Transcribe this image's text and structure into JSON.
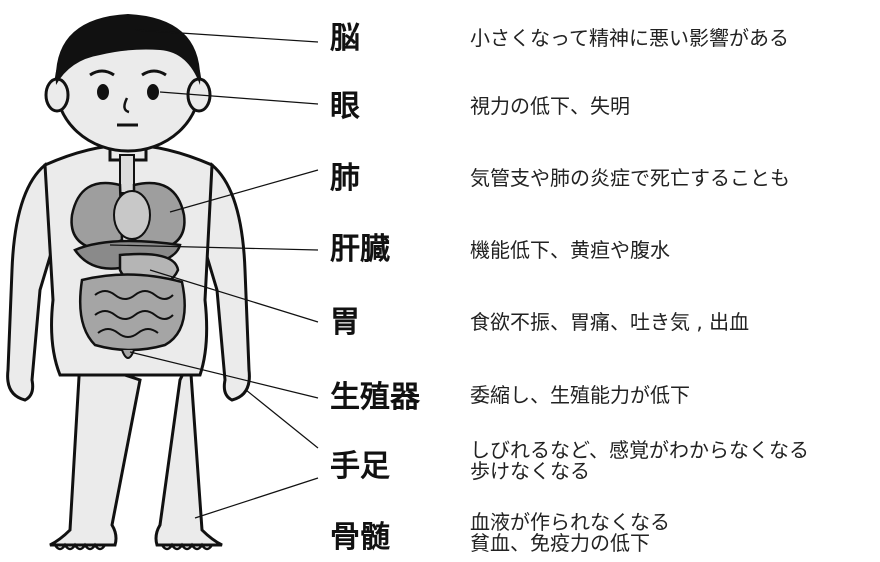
{
  "rows": [
    {
      "organ": "脳",
      "effects": [
        "小さくなって精神に悪い影響がある"
      ]
    },
    {
      "organ": "眼",
      "effects": [
        "視力の低下、失明"
      ]
    },
    {
      "organ": "肺",
      "effects": [
        "気管支や肺の炎症で死亡することも"
      ]
    },
    {
      "organ": "肝臓",
      "effects": [
        "機能低下、黄疸や腹水"
      ]
    },
    {
      "organ": "胃",
      "effects": [
        "食欲不振、胃痛、吐き気 , 出血"
      ]
    },
    {
      "organ": "生殖器",
      "effects": [
        "委縮し、生殖能力が低下"
      ]
    },
    {
      "organ": "手足",
      "effects": [
        "しびれるなど、感覚がわからなくなる",
        "歩けなくなる"
      ]
    },
    {
      "organ": "骨髄",
      "effects": [
        "血液が作られなくなる",
        "貧血、免疫力の低下"
      ]
    }
  ]
}
